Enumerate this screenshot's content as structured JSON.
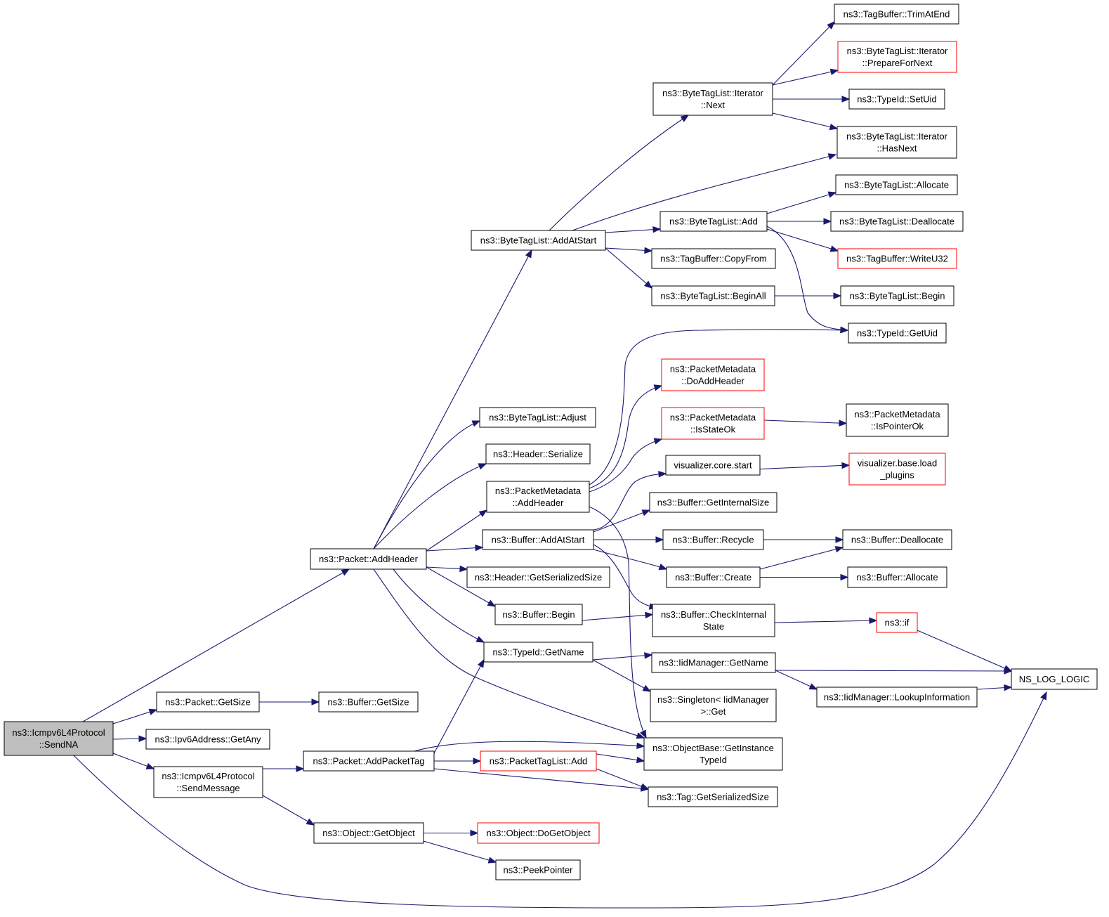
{
  "graph": {
    "edge_color": "#191970",
    "node_border": "#000000",
    "incomplete_node_border": "#ff0000",
    "root_fill": "#bfbfbf",
    "nodes": [
      {
        "id": "sendna",
        "lines": [
          "ns3::Icmpv6L4Protocol",
          "::SendNA"
        ],
        "style": "root"
      },
      {
        "id": "addheader",
        "lines": [
          "ns3::Packet::AddHeader"
        ]
      },
      {
        "id": "getsize_pkt",
        "lines": [
          "ns3::Packet::GetSize"
        ]
      },
      {
        "id": "getany",
        "lines": [
          "ns3::Ipv6Address::GetAny"
        ]
      },
      {
        "id": "sendmessage",
        "lines": [
          "ns3::Icmpv6L4Protocol",
          "::SendMessage"
        ]
      },
      {
        "id": "getsize_buf",
        "lines": [
          "ns3::Buffer::GetSize"
        ]
      },
      {
        "id": "addpackettag",
        "lines": [
          "ns3::Packet::AddPacketTag"
        ]
      },
      {
        "id": "getobject",
        "lines": [
          "ns3::Object::GetObject"
        ]
      },
      {
        "id": "btl_addatstart",
        "lines": [
          "ns3::ByteTagList::AddAtStart"
        ]
      },
      {
        "id": "btl_adjust",
        "lines": [
          "ns3::ByteTagList::Adjust"
        ]
      },
      {
        "id": "hdr_serialize",
        "lines": [
          "ns3::Header::Serialize"
        ]
      },
      {
        "id": "pm_addheader",
        "lines": [
          "ns3::PacketMetadata",
          "::AddHeader"
        ]
      },
      {
        "id": "buf_addatstart",
        "lines": [
          "ns3::Buffer::AddAtStart"
        ]
      },
      {
        "id": "hdr_getsersize",
        "lines": [
          "ns3::Header::GetSerializedSize"
        ]
      },
      {
        "id": "buf_begin",
        "lines": [
          "ns3::Buffer::Begin"
        ]
      },
      {
        "id": "typeid_getname",
        "lines": [
          "ns3::TypeId::GetName"
        ]
      },
      {
        "id": "ptl_add",
        "lines": [
          "ns3::PacketTagList::Add"
        ],
        "style": "red"
      },
      {
        "id": "obj_dogetobject",
        "lines": [
          "ns3::Object::DoGetObject"
        ],
        "style": "red"
      },
      {
        "id": "peekpointer",
        "lines": [
          "ns3::PeekPointer"
        ]
      },
      {
        "id": "btl_it_next",
        "lines": [
          "ns3::ByteTagList::Iterator",
          "::Next"
        ]
      },
      {
        "id": "btl_add",
        "lines": [
          "ns3::ByteTagList::Add"
        ]
      },
      {
        "id": "tb_copyfrom",
        "lines": [
          "ns3::TagBuffer::CopyFrom"
        ]
      },
      {
        "id": "btl_beginall",
        "lines": [
          "ns3::ByteTagList::BeginAll"
        ]
      },
      {
        "id": "pm_doaddheader",
        "lines": [
          "ns3::PacketMetadata",
          "::DoAddHeader"
        ],
        "style": "red"
      },
      {
        "id": "pm_isstateok",
        "lines": [
          "ns3::PacketMetadata",
          "::IsStateOk"
        ],
        "style": "red"
      },
      {
        "id": "vis_core_start",
        "lines": [
          "visualizer.core.start"
        ]
      },
      {
        "id": "buf_getinternalsize",
        "lines": [
          "ns3::Buffer::GetInternalSize"
        ]
      },
      {
        "id": "buf_recycle",
        "lines": [
          "ns3::Buffer::Recycle"
        ]
      },
      {
        "id": "buf_create",
        "lines": [
          "ns3::Buffer::Create"
        ]
      },
      {
        "id": "buf_checkinternal",
        "lines": [
          "ns3::Buffer::CheckInternal",
          "State"
        ]
      },
      {
        "id": "iidm_getname",
        "lines": [
          "ns3::IidManager::GetName"
        ]
      },
      {
        "id": "singleton_get",
        "lines": [
          "ns3::Singleton< IidManager",
          ">::Get"
        ]
      },
      {
        "id": "ob_getinstancetypeid",
        "lines": [
          "ns3::ObjectBase::GetInstance",
          "TypeId"
        ]
      },
      {
        "id": "tag_getsersize",
        "lines": [
          "ns3::Tag::GetSerializedSize"
        ]
      },
      {
        "id": "tb_trimatend",
        "lines": [
          "ns3::TagBuffer::TrimAtEnd"
        ]
      },
      {
        "id": "btl_it_preparefornext",
        "lines": [
          "ns3::ByteTagList::Iterator",
          "::PrepareForNext"
        ],
        "style": "red"
      },
      {
        "id": "typeid_setuid",
        "lines": [
          "ns3::TypeId::SetUid"
        ]
      },
      {
        "id": "btl_it_hasnext",
        "lines": [
          "ns3::ByteTagList::Iterator",
          "::HasNext"
        ]
      },
      {
        "id": "btl_allocate",
        "lines": [
          "ns3::ByteTagList::Allocate"
        ]
      },
      {
        "id": "btl_deallocate",
        "lines": [
          "ns3::ByteTagList::Deallocate"
        ]
      },
      {
        "id": "tb_writeu32",
        "lines": [
          "ns3::TagBuffer::WriteU32"
        ],
        "style": "red"
      },
      {
        "id": "btl_begin",
        "lines": [
          "ns3::ByteTagList::Begin"
        ]
      },
      {
        "id": "typeid_getuid",
        "lines": [
          "ns3::TypeId::GetUid"
        ]
      },
      {
        "id": "pm_ispointerok",
        "lines": [
          "ns3::PacketMetadata",
          "::IsPointerOk"
        ]
      },
      {
        "id": "vis_base_load_plugins",
        "lines": [
          "visualizer.base.load",
          "_plugins"
        ],
        "style": "red"
      },
      {
        "id": "buf_deallocate",
        "lines": [
          "ns3::Buffer::Deallocate"
        ]
      },
      {
        "id": "buf_allocate",
        "lines": [
          "ns3::Buffer::Allocate"
        ]
      },
      {
        "id": "ns3_if",
        "lines": [
          "ns3::if"
        ],
        "style": "red"
      },
      {
        "id": "iidm_lookupinfo",
        "lines": [
          "ns3::IidManager::LookupInformation"
        ]
      },
      {
        "id": "ns_log_logic",
        "lines": [
          "NS_LOG_LOGIC"
        ]
      }
    ],
    "edges": [
      [
        "sendna",
        "addheader"
      ],
      [
        "sendna",
        "getsize_pkt"
      ],
      [
        "sendna",
        "getany"
      ],
      [
        "sendna",
        "sendmessage"
      ],
      [
        "sendna",
        "ns_log_logic"
      ],
      [
        "getsize_pkt",
        "getsize_buf"
      ],
      [
        "sendmessage",
        "addpackettag"
      ],
      [
        "sendmessage",
        "getobject"
      ],
      [
        "addpackettag",
        "typeid_getname"
      ],
      [
        "addpackettag",
        "ptl_add"
      ],
      [
        "addpackettag",
        "ob_getinstancetypeid"
      ],
      [
        "addpackettag",
        "tag_getsersize"
      ],
      [
        "getobject",
        "obj_dogetobject"
      ],
      [
        "getobject",
        "peekpointer"
      ],
      [
        "ptl_add",
        "ob_getinstancetypeid"
      ],
      [
        "ptl_add",
        "tag_getsersize"
      ],
      [
        "addheader",
        "btl_addatstart"
      ],
      [
        "addheader",
        "btl_adjust"
      ],
      [
        "addheader",
        "hdr_serialize"
      ],
      [
        "addheader",
        "pm_addheader"
      ],
      [
        "addheader",
        "buf_addatstart"
      ],
      [
        "addheader",
        "hdr_getsersize"
      ],
      [
        "addheader",
        "buf_begin"
      ],
      [
        "addheader",
        "typeid_getname"
      ],
      [
        "addheader",
        "ob_getinstancetypeid"
      ],
      [
        "btl_addatstart",
        "btl_it_next"
      ],
      [
        "btl_addatstart",
        "btl_it_hasnext"
      ],
      [
        "btl_addatstart",
        "btl_add"
      ],
      [
        "btl_addatstart",
        "tb_copyfrom"
      ],
      [
        "btl_addatstart",
        "btl_beginall"
      ],
      [
        "btl_it_next",
        "tb_trimatend"
      ],
      [
        "btl_it_next",
        "btl_it_preparefornext"
      ],
      [
        "btl_it_next",
        "typeid_setuid"
      ],
      [
        "btl_it_next",
        "btl_it_hasnext"
      ],
      [
        "btl_add",
        "btl_allocate"
      ],
      [
        "btl_add",
        "btl_deallocate"
      ],
      [
        "btl_add",
        "tb_writeu32"
      ],
      [
        "btl_add",
        "typeid_getuid"
      ],
      [
        "btl_beginall",
        "btl_begin"
      ],
      [
        "pm_addheader",
        "typeid_getuid"
      ],
      [
        "pm_addheader",
        "pm_doaddheader"
      ],
      [
        "pm_addheader",
        "pm_isstateok"
      ],
      [
        "pm_addheader",
        "ob_getinstancetypeid"
      ],
      [
        "pm_isstateok",
        "pm_ispointerok"
      ],
      [
        "buf_addatstart",
        "vis_core_start"
      ],
      [
        "buf_addatstart",
        "buf_getinternalsize"
      ],
      [
        "buf_addatstart",
        "buf_recycle"
      ],
      [
        "buf_addatstart",
        "buf_create"
      ],
      [
        "buf_addatstart",
        "buf_checkinternal"
      ],
      [
        "vis_core_start",
        "vis_base_load_plugins"
      ],
      [
        "buf_recycle",
        "buf_deallocate"
      ],
      [
        "buf_create",
        "buf_deallocate"
      ],
      [
        "buf_create",
        "buf_allocate"
      ],
      [
        "buf_begin",
        "buf_checkinternal"
      ],
      [
        "buf_checkinternal",
        "ns3_if"
      ],
      [
        "ns3_if",
        "ns_log_logic"
      ],
      [
        "typeid_getname",
        "iidm_getname"
      ],
      [
        "typeid_getname",
        "singleton_get"
      ],
      [
        "iidm_getname",
        "ns_log_logic"
      ],
      [
        "iidm_getname",
        "iidm_lookupinfo"
      ],
      [
        "iidm_lookupinfo",
        "ns_log_logic"
      ]
    ]
  }
}
